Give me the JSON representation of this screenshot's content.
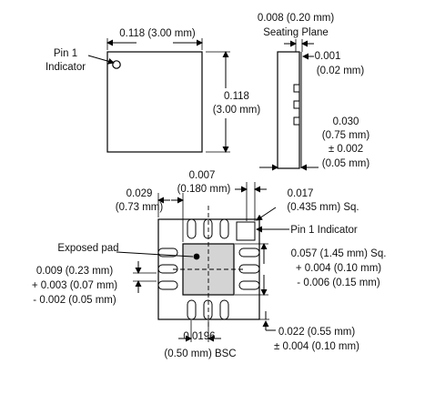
{
  "top_view": {
    "width_label": "0.118 (3.00 mm)",
    "height_label_in": "0.118",
    "height_label_mm": "(3.00 mm)",
    "pin1_line1": "Pin 1",
    "pin1_line2": "Indicator"
  },
  "side_view": {
    "seating_label_1": "0.008 (0.20 mm)",
    "seating_label_2": "Seating Plane",
    "standoff_in": "0.001",
    "standoff_mm": "(0.02 mm)",
    "height_in": "0.030",
    "height_mm": "(0.75 mm)",
    "height_tol_in": "± 0.002",
    "height_tol_mm": "(0.05 mm)"
  },
  "bottom_view": {
    "lead_width_in": "0.007",
    "lead_width_mm": "(0.180 mm)",
    "lead_len_in": "0.029",
    "lead_len_mm": "(0.73 mm)",
    "corner_in": "0.017",
    "corner_mm": "(0.435 mm) Sq.",
    "pin1_label": "Pin 1 Indicator",
    "exposed_pad_label": "Exposed pad",
    "pad_size_1": "0.057 (1.45 mm) Sq.",
    "pad_size_2": "+ 0.004 (0.10 mm)",
    "pad_size_3": "- 0.006 (0.15 mm)",
    "gap_1": "0.009 (0.23 mm)",
    "gap_2": "+ 0.003 (0.07 mm)",
    "gap_3": "- 0.002 (0.05 mm)",
    "pitch_in": "0.0196",
    "pitch_mm": "(0.50 mm) BSC",
    "edge_1": "0.022 (0.55 mm)",
    "edge_2": "± 0.004 (0.10 mm)"
  }
}
